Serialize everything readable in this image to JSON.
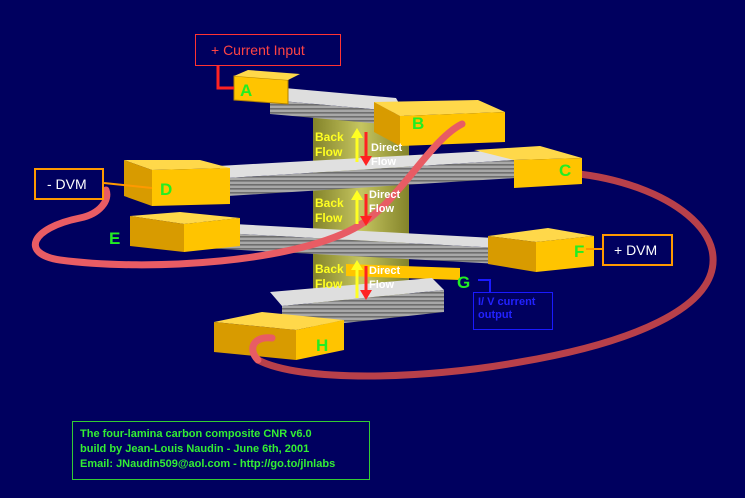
{
  "labels": {
    "current_input": "+ Current Input",
    "minus_dvm": "- DVM",
    "plus_dvm": "+ DVM",
    "current_output": "I/ V current output",
    "back_flow": "Back Flow",
    "direct_flow": "Direct Flow",
    "A": "A",
    "B": "B",
    "C": "C",
    "D": "D",
    "E": "E",
    "F": "F",
    "G": "G",
    "H": "H"
  },
  "credits": {
    "line1": "The four-lamina carbon composite CNR v6.0",
    "line2": "build by Jean-Louis Naudin - June 6th, 2001",
    "line3": "Email: JNaudin509@aol.com - http://go.to/jlnlabs"
  },
  "colors": {
    "background": "#00005f",
    "terminal_block": "#ffc400",
    "lamina": "#9a9a9a",
    "wire": "#e85c64",
    "letter_label": "#22ee22",
    "flow_text": "#ffff22",
    "input_box": "#ff3333",
    "dvm_box": "#ff9900",
    "output_box": "#1a1aff"
  },
  "icons": [
    "up-arrow-icon",
    "down-arrow-icon"
  ]
}
